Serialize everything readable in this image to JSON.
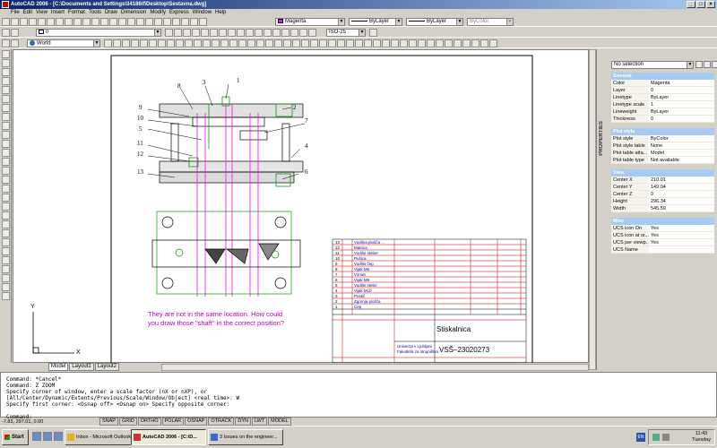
{
  "window": {
    "title": "AutoCAD 2006 - [C:\\Documents and Settings\\34186if\\Desktop\\Sestavna.dwg]"
  },
  "menu": [
    "File",
    "Edit",
    "View",
    "Insert",
    "Format",
    "Tools",
    "Draw",
    "Dimension",
    "Modify",
    "Express",
    "Window",
    "Help"
  ],
  "toolbar": {
    "color": "Magenta",
    "linetype": "ByLayer",
    "lineweight": "ByLayer",
    "plotstyle": "ByColor",
    "layer": "0",
    "dimstyle": "ISO-25",
    "ucs": "World"
  },
  "colors": {
    "magenta": "#ff00ff",
    "accent": "#0a246a",
    "green": "#00a000"
  },
  "drawing": {
    "balloons": [
      "1",
      "2",
      "3",
      "4",
      "5",
      "6",
      "7",
      "8",
      "9",
      "10",
      "11",
      "12",
      "13"
    ],
    "note_line1": "They are not in the same location. How could",
    "note_line2": "you draw those \"shaft\" in the correct position?",
    "axis_x": "X",
    "axis_y": "Y",
    "title_name": "Stiskalnica",
    "drawing_number": "VSŠ–23020273",
    "school_line1": "Univerza v Ljubljani",
    "school_line2": "Fakulteta za strojništvo"
  },
  "bom": {
    "rows": [
      [
        "13",
        "Vodilna plošča ...",
        ""
      ],
      [
        "12",
        "Matrica",
        ""
      ],
      [
        "11",
        "Vodilni steber",
        ""
      ],
      [
        "10",
        "Pušica",
        ""
      ],
      [
        "9",
        "Vodilni čep",
        ""
      ],
      [
        "8",
        "Vijak M6",
        ""
      ],
      [
        "7",
        "Vzmet",
        ""
      ],
      [
        "6",
        "Vijak M8",
        ""
      ],
      [
        "5",
        "Vodilni stebri",
        ""
      ],
      [
        "4",
        "Vijak M10",
        ""
      ],
      [
        "3",
        "Pestič",
        ""
      ],
      [
        "2",
        "Zgornja plošča",
        ""
      ],
      [
        "1",
        "Čep",
        ""
      ]
    ]
  },
  "tabs": [
    "Model",
    "Layout1",
    "Layout2"
  ],
  "properties": {
    "selection": "No selection",
    "sections": [
      {
        "title": "General",
        "rows": [
          [
            "Color",
            "Magenta"
          ],
          [
            "Layer",
            "0"
          ],
          [
            "Linetype",
            "ByLayer"
          ],
          [
            "Linetype scale",
            "1"
          ],
          [
            "Lineweight",
            "ByLayer"
          ],
          [
            "Thickness",
            "0"
          ]
        ]
      },
      {
        "title": "Plot style",
        "rows": [
          [
            "Plot style",
            "ByColor"
          ],
          [
            "Plot style table",
            "None"
          ],
          [
            "Plot table atta...",
            "Model"
          ],
          [
            "Plot table type",
            "Not available"
          ]
        ]
      },
      {
        "title": "View",
        "rows": [
          [
            "Center X",
            "210.01"
          ],
          [
            "Center Y",
            "149.04"
          ],
          [
            "Center Z",
            "0"
          ],
          [
            "Height",
            "296.34"
          ],
          [
            "Width",
            "545.59"
          ]
        ]
      },
      {
        "title": "Misc",
        "rows": [
          [
            "UCS icon On",
            "Yes"
          ],
          [
            "UCS icon at or...",
            "Yes"
          ],
          [
            "UCS per viewp...",
            "Yes"
          ],
          [
            "UCS Name",
            ""
          ]
        ]
      }
    ],
    "palette_title": "PROPERTIES"
  },
  "command": {
    "lines": [
      "Command: *Cancel*",
      "Command: Z ZOOM",
      "Specify corner of window, enter a scale factor (nX or nXP), or",
      "[All/Center/Dynamic/Extents/Previous/Scale/Window/Object] <real time>: W",
      "Specify first corner:  <Osnap off>  <Osnap on> Specify opposite corner:",
      "",
      "Command:"
    ]
  },
  "status": {
    "coords": "-7.83, 297.01, 0.00",
    "buttons": [
      "SNAP",
      "GRID",
      "ORTHO",
      "POLAR",
      "OSNAP",
      "OTRACK",
      "DYN",
      "LWT",
      "MODEL"
    ]
  },
  "taskbar": {
    "start": "Start",
    "tasks": [
      "Inbox - Microsoft Outlook",
      "AutoCAD 2006 - [C:\\D...",
      "3 Issues on the engineer..."
    ],
    "lang": "EN",
    "time": "11:43",
    "day": "Tuesday"
  }
}
